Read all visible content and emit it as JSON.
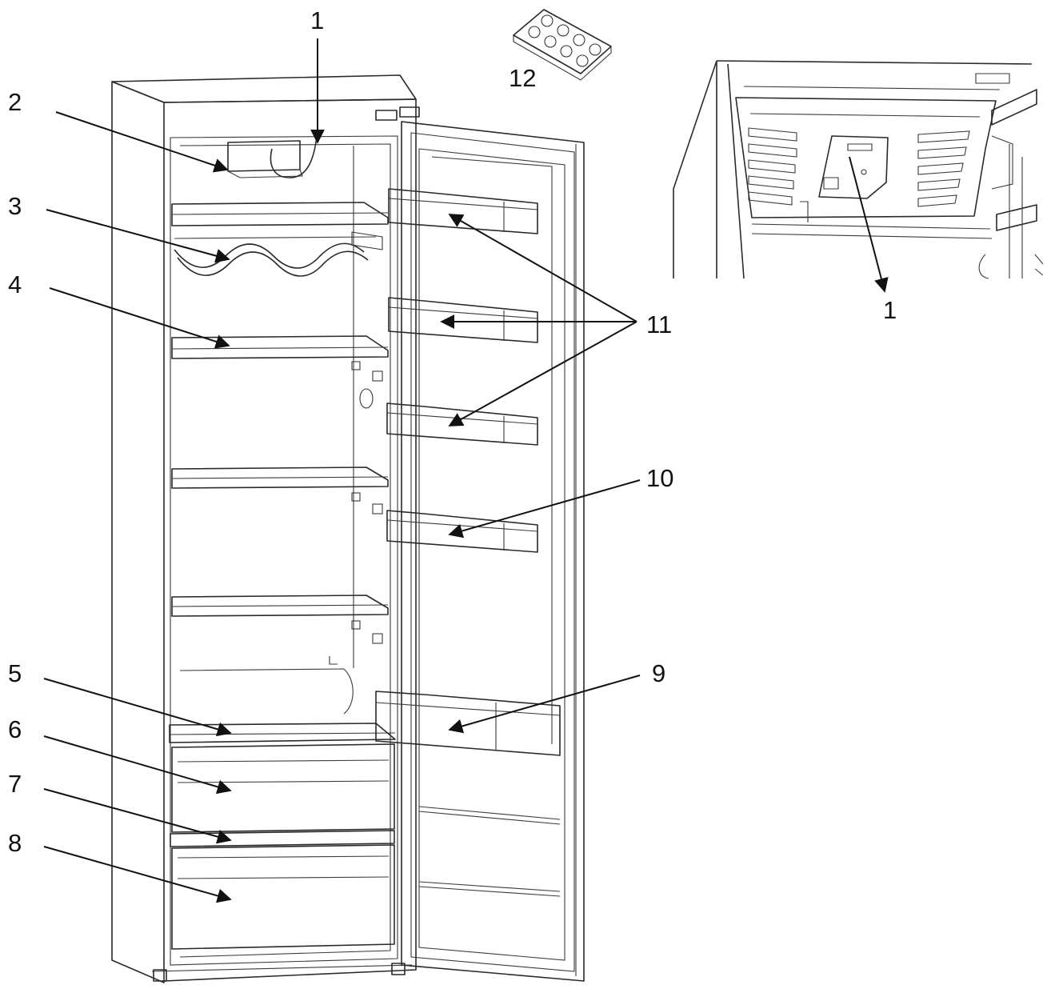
{
  "labels": {
    "l1": "1",
    "l2": "2",
    "l3": "3",
    "l4": "4",
    "l5": "5",
    "l6": "6",
    "l7": "7",
    "l8": "8",
    "l9": "9",
    "l10": "10",
    "l11": "11",
    "l12": "12",
    "l1_detail": "1"
  },
  "colors": {
    "line": "#2a2a2a",
    "label": "#111111",
    "background": "#ffffff"
  }
}
